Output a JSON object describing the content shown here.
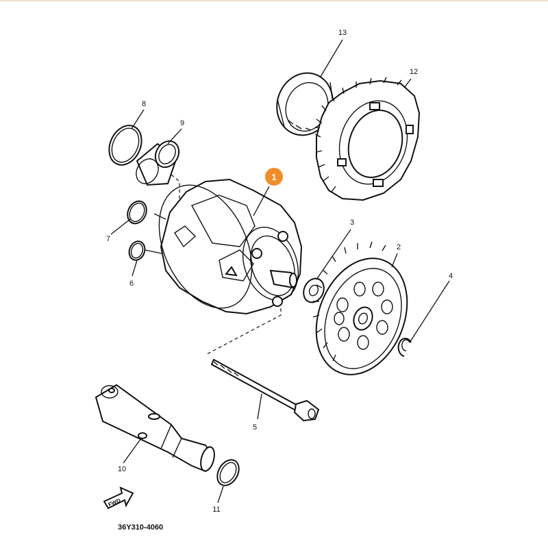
{
  "diagram": {
    "highlight_color": "#f28c28",
    "highlight_label": "1",
    "callouts": {
      "c2": "2",
      "c3": "3",
      "c4": "4",
      "c5": "5",
      "c6": "6",
      "c7": "7",
      "c8": "8",
      "c9": "9",
      "c10": "10",
      "c11": "11",
      "c12": "12",
      "c13": "13"
    },
    "fwd_label": "FWD",
    "document_number": "36Y310-4060"
  }
}
